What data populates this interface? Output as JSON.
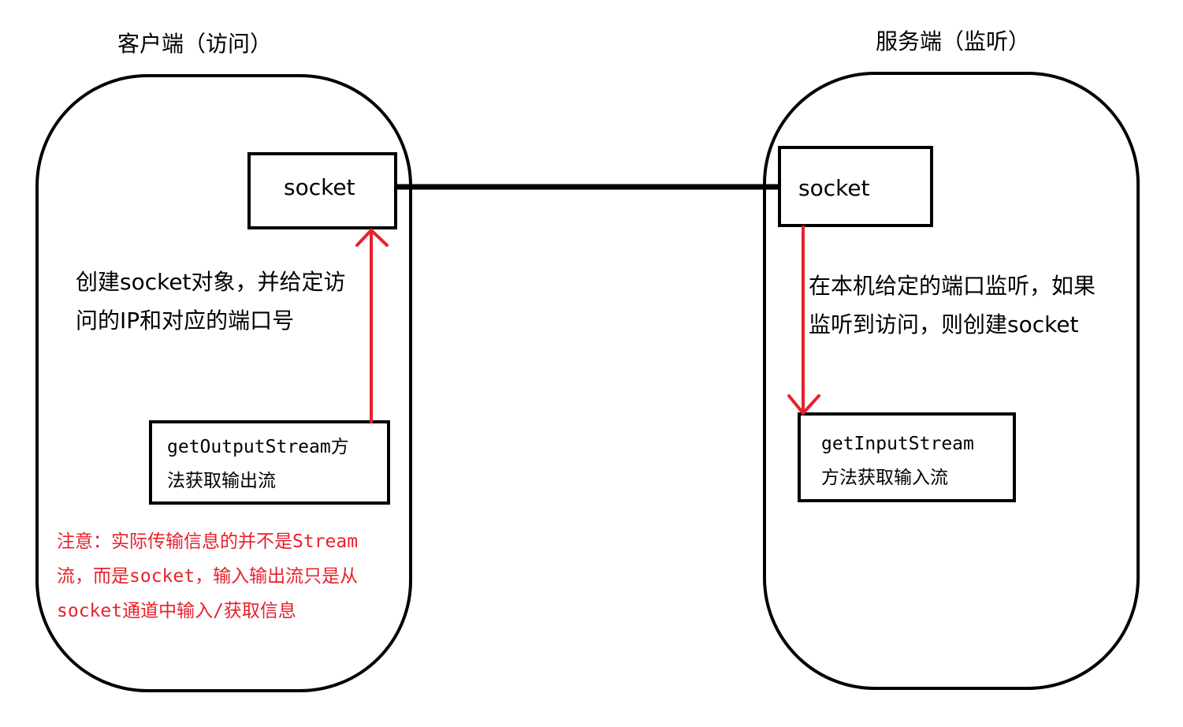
{
  "client": {
    "title": "客户端（访问）",
    "socket_label": "socket",
    "description_line1": "创建socket对象，并给定访",
    "description_line2": "问的IP和对应的端口号",
    "stream_line1": "getOutputStream方",
    "stream_line2": "法获取输出流",
    "note_line1": "注意：实际传输信息的并不是Stream",
    "note_line2": "流，而是socket，输入输出流只是从",
    "note_line3": "socket通道中输入/获取信息"
  },
  "server": {
    "title": "服务端（监听）",
    "socket_label": "socket",
    "description_line1": "在本机给定的端口监听，如果",
    "description_line2": "监听到访问，则创建socket",
    "stream_line1": "getInputStream",
    "stream_line2": "方法获取输入流"
  },
  "colors": {
    "stroke": "#000000",
    "arrow": "#e8212b",
    "note": "#e8212b"
  }
}
